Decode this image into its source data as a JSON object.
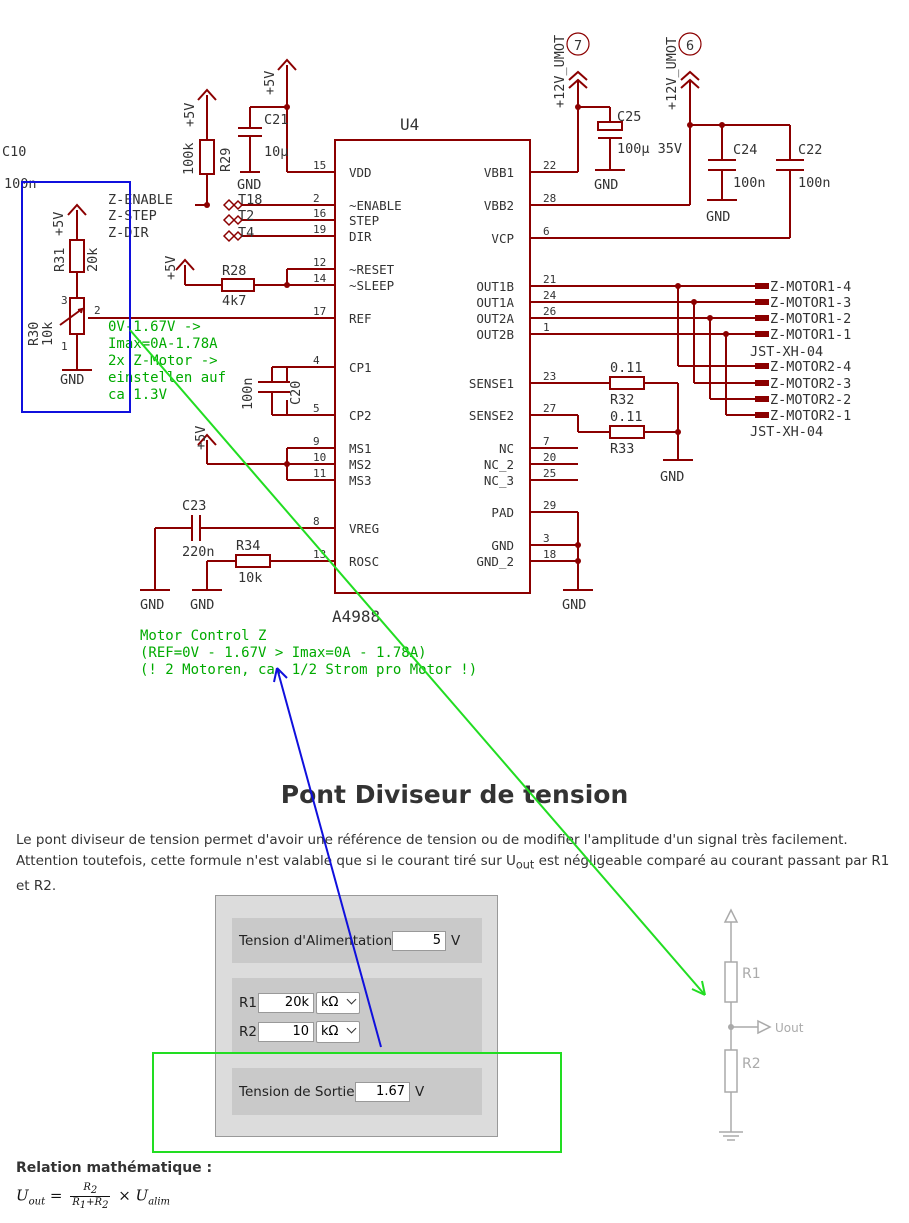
{
  "schematic": {
    "chip_name": "U4",
    "chip_part": "A4988",
    "pins_left": [
      {
        "num": "15",
        "name": "VDD"
      },
      {
        "num": "2",
        "name": "~ENABLE"
      },
      {
        "num": "16",
        "name": "STEP"
      },
      {
        "num": "19",
        "name": "DIR"
      },
      {
        "num": "12",
        "name": "~RESET"
      },
      {
        "num": "14",
        "name": "~SLEEP"
      },
      {
        "num": "17",
        "name": "REF"
      },
      {
        "num": "4",
        "name": "CP1"
      },
      {
        "num": "5",
        "name": "CP2"
      },
      {
        "num": "9",
        "name": "MS1"
      },
      {
        "num": "10",
        "name": "MS2"
      },
      {
        "num": "11",
        "name": "MS3"
      },
      {
        "num": "8",
        "name": "VREG"
      },
      {
        "num": "13",
        "name": "ROSC"
      }
    ],
    "pins_right": [
      {
        "num": "22",
        "name": "VBB1"
      },
      {
        "num": "28",
        "name": "VBB2"
      },
      {
        "num": "6",
        "name": "VCP"
      },
      {
        "num": "21",
        "name": "OUT1B"
      },
      {
        "num": "24",
        "name": "OUT1A"
      },
      {
        "num": "26",
        "name": "OUT2A"
      },
      {
        "num": "1",
        "name": "OUT2B"
      },
      {
        "num": "23",
        "name": "SENSE1"
      },
      {
        "num": "27",
        "name": "SENSE2"
      },
      {
        "num": "7",
        "name": "NC"
      },
      {
        "num": "20",
        "name": "NC_2"
      },
      {
        "num": "25",
        "name": "NC_3"
      },
      {
        "num": "29",
        "name": "PAD"
      },
      {
        "num": "3",
        "name": "GND"
      },
      {
        "num": "18",
        "name": "GND_2"
      }
    ],
    "net_labels": [
      "Z-ENABLE",
      "Z-STEP",
      "Z-DIR"
    ],
    "test_points": [
      "T18",
      "T2",
      "T4"
    ],
    "motor1_pins": [
      "Z-MOTOR1-4",
      "Z-MOTOR1-3",
      "Z-MOTOR1-2",
      "Z-MOTOR1-1"
    ],
    "motor2_pins": [
      "Z-MOTOR2-4",
      "Z-MOTOR2-3",
      "Z-MOTOR2-2",
      "Z-MOTOR2-1"
    ],
    "connector": "JST-XH-04",
    "components": {
      "c10": "C10",
      "c10_val": "100n",
      "c21": "C21",
      "c21_val": "10µ",
      "r29": "R29",
      "r29_val": "100k",
      "r31": "R31",
      "r31_val": "20k",
      "r30": "R30",
      "r30_val": "10k",
      "r28": "R28",
      "r28_val": "4k7",
      "c20": "C20",
      "c20_val": "100n",
      "c23": "C23",
      "c23_val": "220n",
      "r34": "R34",
      "r34_val": "10k",
      "c25": "C25",
      "c25_val": "100µ 35V",
      "c24": "C24",
      "c24_val": "100n",
      "c22": "C22",
      "c22_val": "100n",
      "r32": "R32",
      "r32_val": "0.11",
      "r33": "R33",
      "r33_val": "0.11"
    },
    "supplies": {
      "p5v": "+5V",
      "gnd": "GND",
      "umot": "+12V_UMOT",
      "umot7": "7",
      "umot6": "6"
    },
    "pot_pins": [
      "3",
      "2",
      "1"
    ],
    "annot_ref": [
      "0V-1.67V ->",
      "Imax=0A-1.78A",
      "2x Z-Motor ->",
      "einstellen auf",
      "ca 1.3V"
    ],
    "annot_bottom": [
      "Motor Control Z",
      "(REF=0V - 1.67V  > Imax=0A - 1.78A)",
      "(! 2 Motoren, ca. 1/2 Strom pro Motor !)"
    ],
    "overlay_colors": {
      "blue": "#1010dd",
      "green": "#22dd22",
      "schematic": "#8b0000",
      "annotation": "#00aa00"
    }
  },
  "divider": {
    "title": "Pont Diviseur de tension",
    "description_pre": "Le pont diviseur de tension permet d'avoir une référence de tension ou de modifier l'amplitude d'un signal très facilement. Attention toutefois, cette formule n'est valable que si le courant tiré sur U",
    "description_sub": "out",
    "description_post": " est négligeable comparé au courant passant par R1 et R2.",
    "supply_label": "Tension d'Alimentation",
    "supply_value": "5",
    "supply_unit": "V",
    "r1_label": "R1",
    "r1_value": "20k",
    "r1_unit": "kΩ",
    "r2_label": "R2",
    "r2_value": "10",
    "r2_unit": "kΩ",
    "output_label": "Tension de Sortie",
    "output_value": "1.67",
    "output_unit": "V",
    "diagram_r1": "R1",
    "diagram_r2": "R2",
    "diagram_uout": "Uout",
    "relation_label": "Relation mathématique :"
  }
}
